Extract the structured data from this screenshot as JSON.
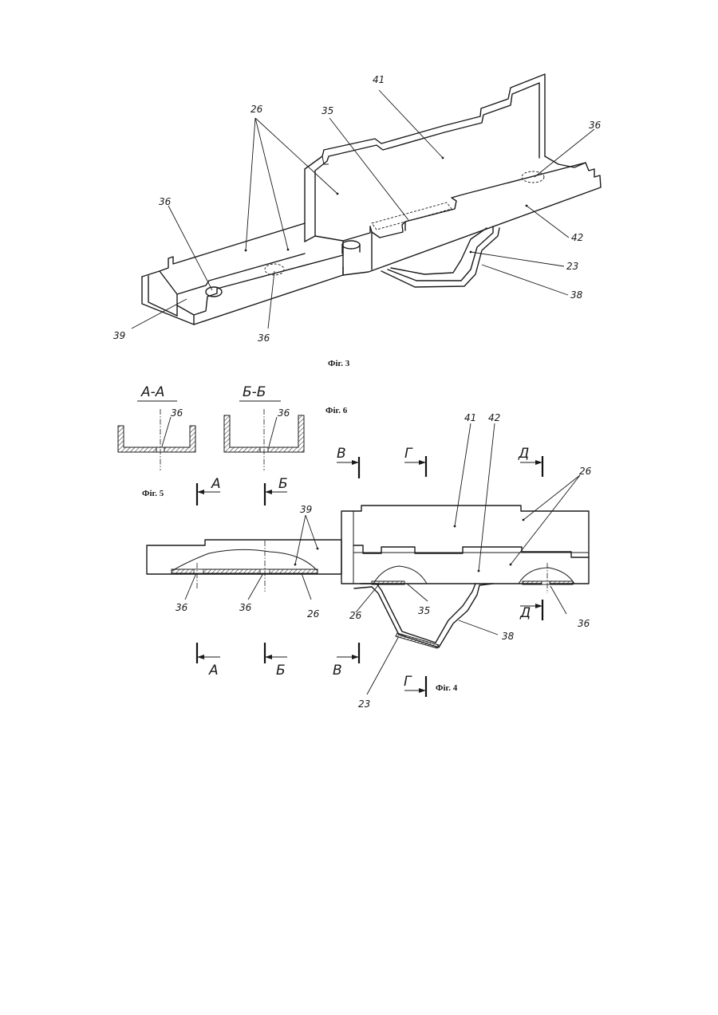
{
  "fig3": {
    "caption": "Фіг. 3",
    "labels": {
      "l41": "41",
      "l26": "26",
      "l35": "35",
      "l36_tl": "36",
      "l36_tr": "36",
      "l42": "42",
      "l23": "23",
      "l38": "38",
      "l39": "39",
      "l36_b": "36"
    }
  },
  "fig5": {
    "caption": "Фіг. 5",
    "section_aa": "А-А",
    "section_bb": "Б-Б",
    "label_aa": "36",
    "label_bb": "36"
  },
  "fig6": {
    "caption": "Фіг. 6"
  },
  "fig4": {
    "caption": "Фіг. 4",
    "cut_marks": {
      "a": "А",
      "b": "Б",
      "v_top": "В",
      "v_bot": "В",
      "g_top": "Г",
      "g_bot": "Г",
      "d_top": "Д",
      "d_bot": "Д",
      "a_mid": "А",
      "b_mid": "Б"
    },
    "labels": {
      "l41": "41",
      "l42": "42",
      "l26_top": "26",
      "l39": "39",
      "l36_a": "36",
      "l36_b": "36",
      "l26_b": "26",
      "l26_c": "26",
      "l35": "35",
      "l36_c": "36",
      "l38": "38",
      "l23": "23"
    }
  }
}
